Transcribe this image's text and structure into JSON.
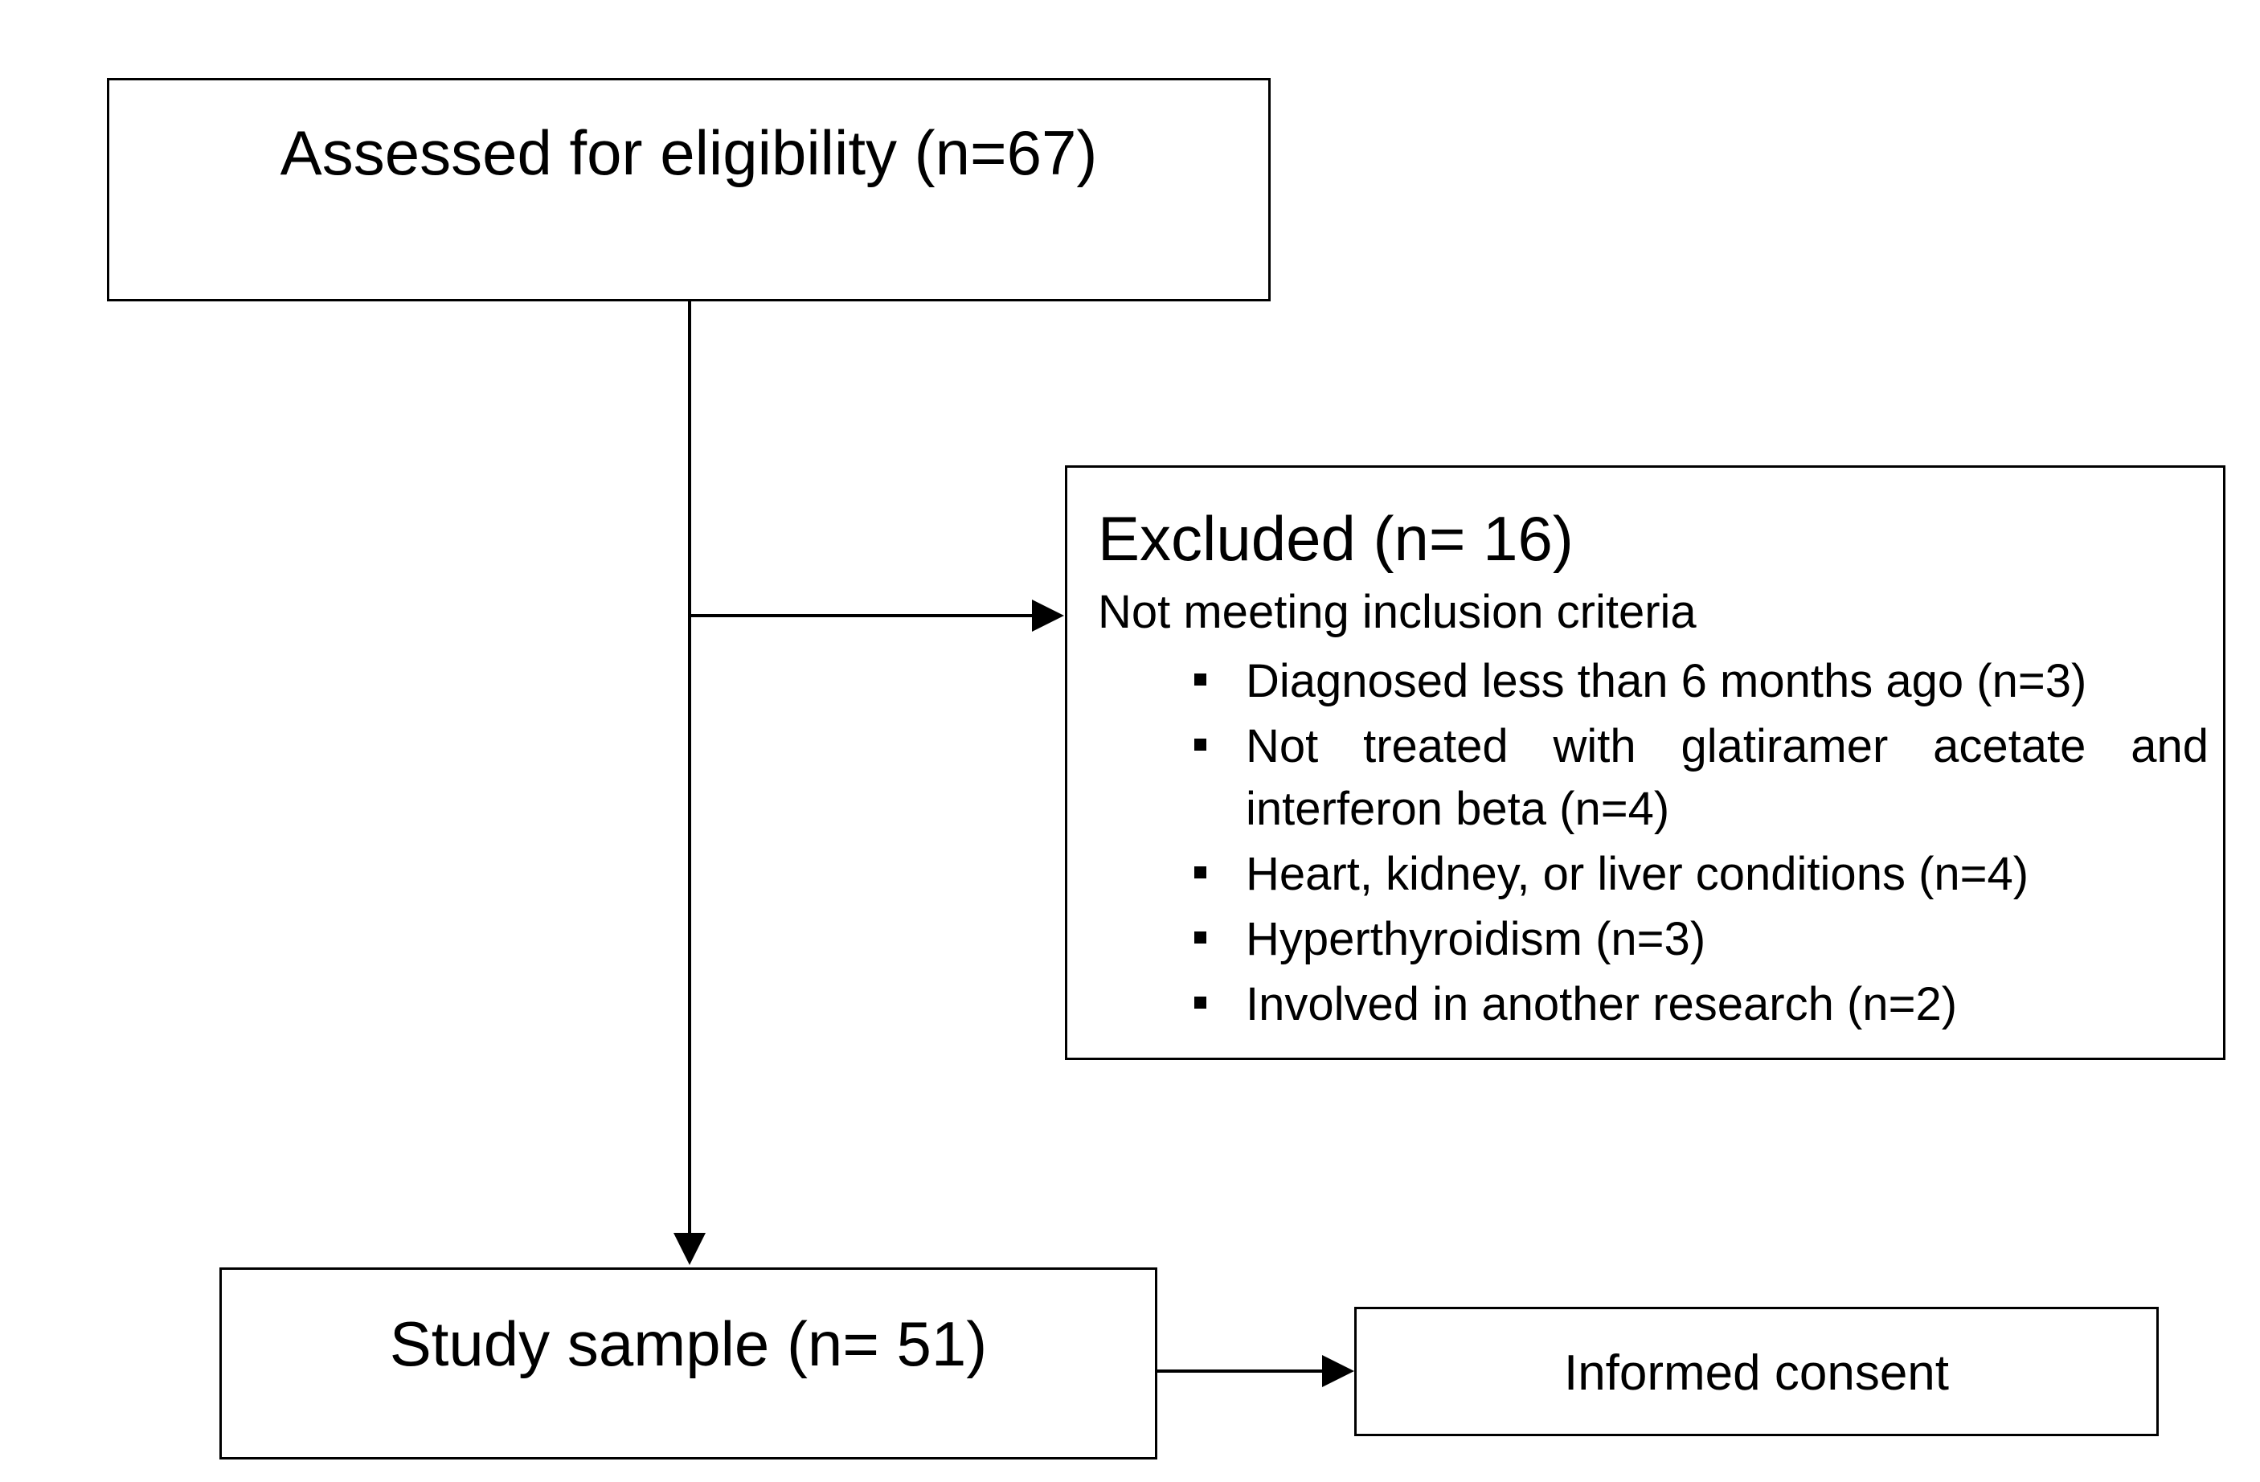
{
  "diagram": {
    "assessed": {
      "label": "Assessed for eligibility (n=67)"
    },
    "excluded": {
      "title": "Excluded (n= 16)",
      "subtitle": "Not meeting inclusion criteria",
      "criteria": [
        "Diagnosed less than 6 months ago (n=3)",
        "Not treated with glatiramer acetate and interferon beta (n=4)",
        "Heart, kidney, or liver conditions (n=4)",
        "Hyperthyroidism (n=3)",
        "Involved in another research (n=2)"
      ]
    },
    "study_sample": {
      "label": "Study sample (n= 51)"
    },
    "informed_consent": {
      "label": "Informed consent"
    }
  }
}
